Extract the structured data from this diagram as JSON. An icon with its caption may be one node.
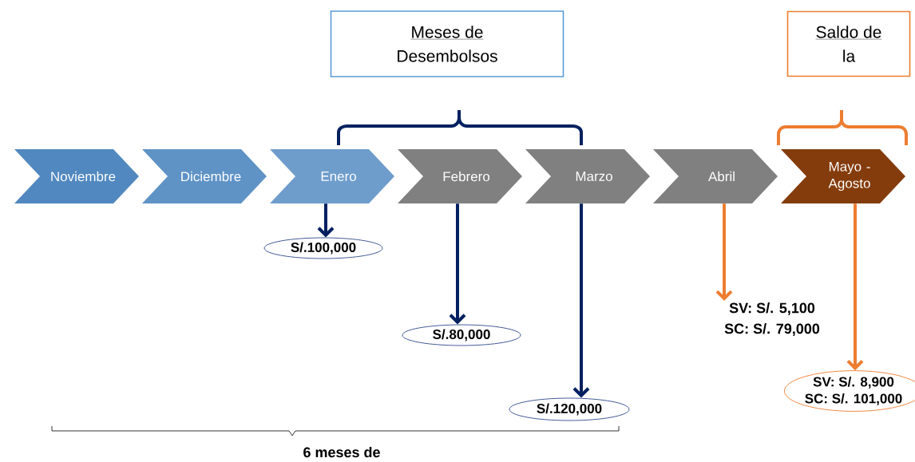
{
  "diagram": {
    "nodes": [
      {
        "text": [
          "Meses de",
          "Desembolsos"
        ]
      },
      {
        "text": [
          "Saldo de",
          "la"
        ]
      },
      {
        "text": [
          "Noviembre"
        ]
      },
      {
        "text": [
          "Diciembre"
        ]
      },
      {
        "text": [
          "Enero"
        ]
      },
      {
        "text": [
          "Febrero"
        ]
      },
      {
        "text": [
          "Marzo"
        ]
      },
      {
        "text": [
          "Abril"
        ]
      },
      {
        "text": [
          "Mayo - Agosto"
        ]
      },
      {
        "text": [
          "S/.100,000"
        ]
      },
      {
        "text": [
          "S/.80,000"
        ]
      },
      {
        "text": [
          "S/.120,000"
        ]
      },
      {
        "text": [
          "SV: S/. 5,100",
          "SC: S/. 79,000"
        ]
      },
      {
        "text": [
          "SV: S/. 8,900",
          "SC: S/. 101,000"
        ]
      }
    ],
    "edges": [
      {
        "from": 4,
        "to": 9,
        "arrow": "to"
      },
      {
        "from": 5,
        "to": 10,
        "arrow": "to"
      },
      {
        "from": 6,
        "to": 11,
        "arrow": "to"
      },
      {
        "from": 7,
        "to": 12,
        "arrow": "to",
        "color": "#ed7d31"
      },
      {
        "from": 8,
        "to": 13,
        "arrow": "to",
        "color": "#ed7d31"
      }
    ],
    "labels": [
      "6 meses de"
    ]
  }
}
